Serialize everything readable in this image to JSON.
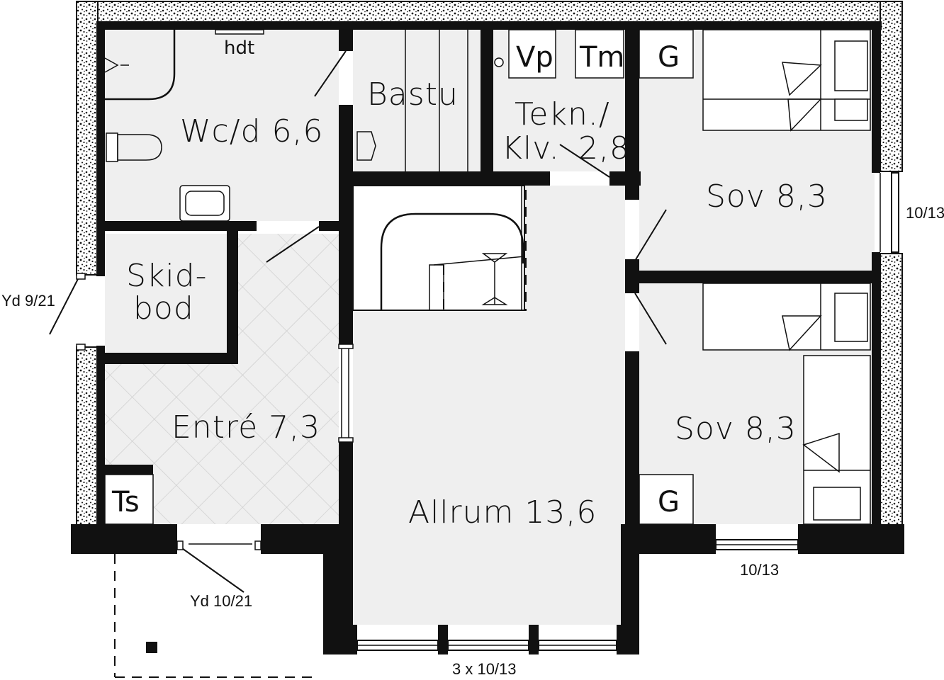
{
  "rooms": {
    "wc": "Wc/d 6,6",
    "bastu": "Bastu",
    "tekn_line1": "Tekn./",
    "tekn_line2": "Klv.",
    "tekn_area": "2,8",
    "sov_top": "Sov 8,3",
    "sov_bottom": "Sov 8,3",
    "skidbod_line1": "Skid-",
    "skidbod_line2": "bod",
    "entre": "Entré 7,3",
    "allrum": "Allrum 13,6"
  },
  "fixtures": {
    "hdt": "hdt",
    "vp": "Vp",
    "tm": "Tm",
    "g_top": "G",
    "g_bottom": "G",
    "ts": "Ts"
  },
  "openings": {
    "window_right": "10/13",
    "window_bottom_right": "10/13",
    "window_bottom": "3 x 10/13",
    "door_left": "Yd 9/21",
    "door_bottom": "Yd 10/21"
  }
}
